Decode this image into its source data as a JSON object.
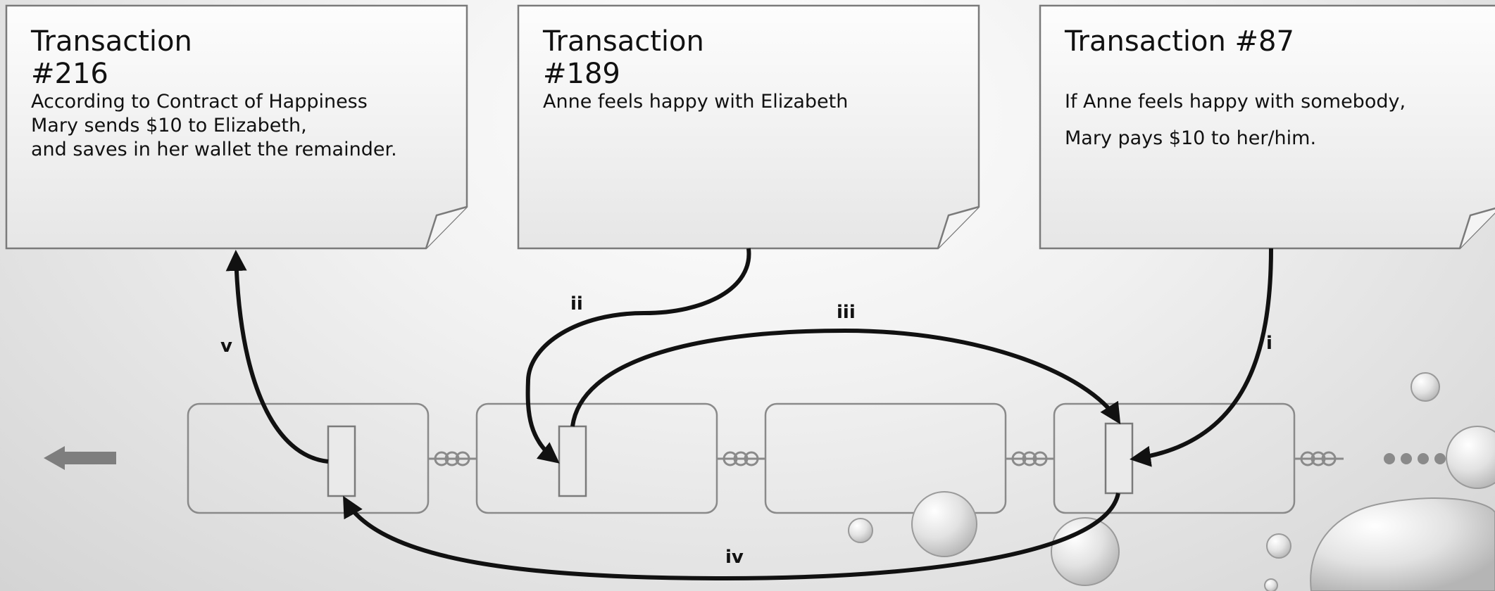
{
  "notes": [
    {
      "title_line1": "Transaction",
      "title_line2": "#216",
      "body": [
        "According to Contract of Happiness",
        "Mary sends $10 to Elizabeth,",
        "and saves in her wallet the remainder."
      ]
    },
    {
      "title_line1": "Transaction",
      "title_line2": "#189",
      "body": [
        "Anne feels happy with Elizabeth"
      ]
    },
    {
      "title_line1": "Transaction #87",
      "title_line2": "",
      "body": [
        "If Anne feels happy with somebody,",
        "Mary pays $10 to her/him."
      ]
    }
  ],
  "arrow_labels": {
    "i": "i",
    "ii": "ii",
    "iii": "iii",
    "iv": "iv",
    "v": "v"
  },
  "icons": [
    "left-arrow-icon",
    "chain-link-icon",
    "ellipsis-dots-icon",
    "water-drop-icon"
  ],
  "colors": {
    "stroke": "#111111",
    "block_border": "#8a8a8a",
    "note_border": "#7a7a7a"
  }
}
